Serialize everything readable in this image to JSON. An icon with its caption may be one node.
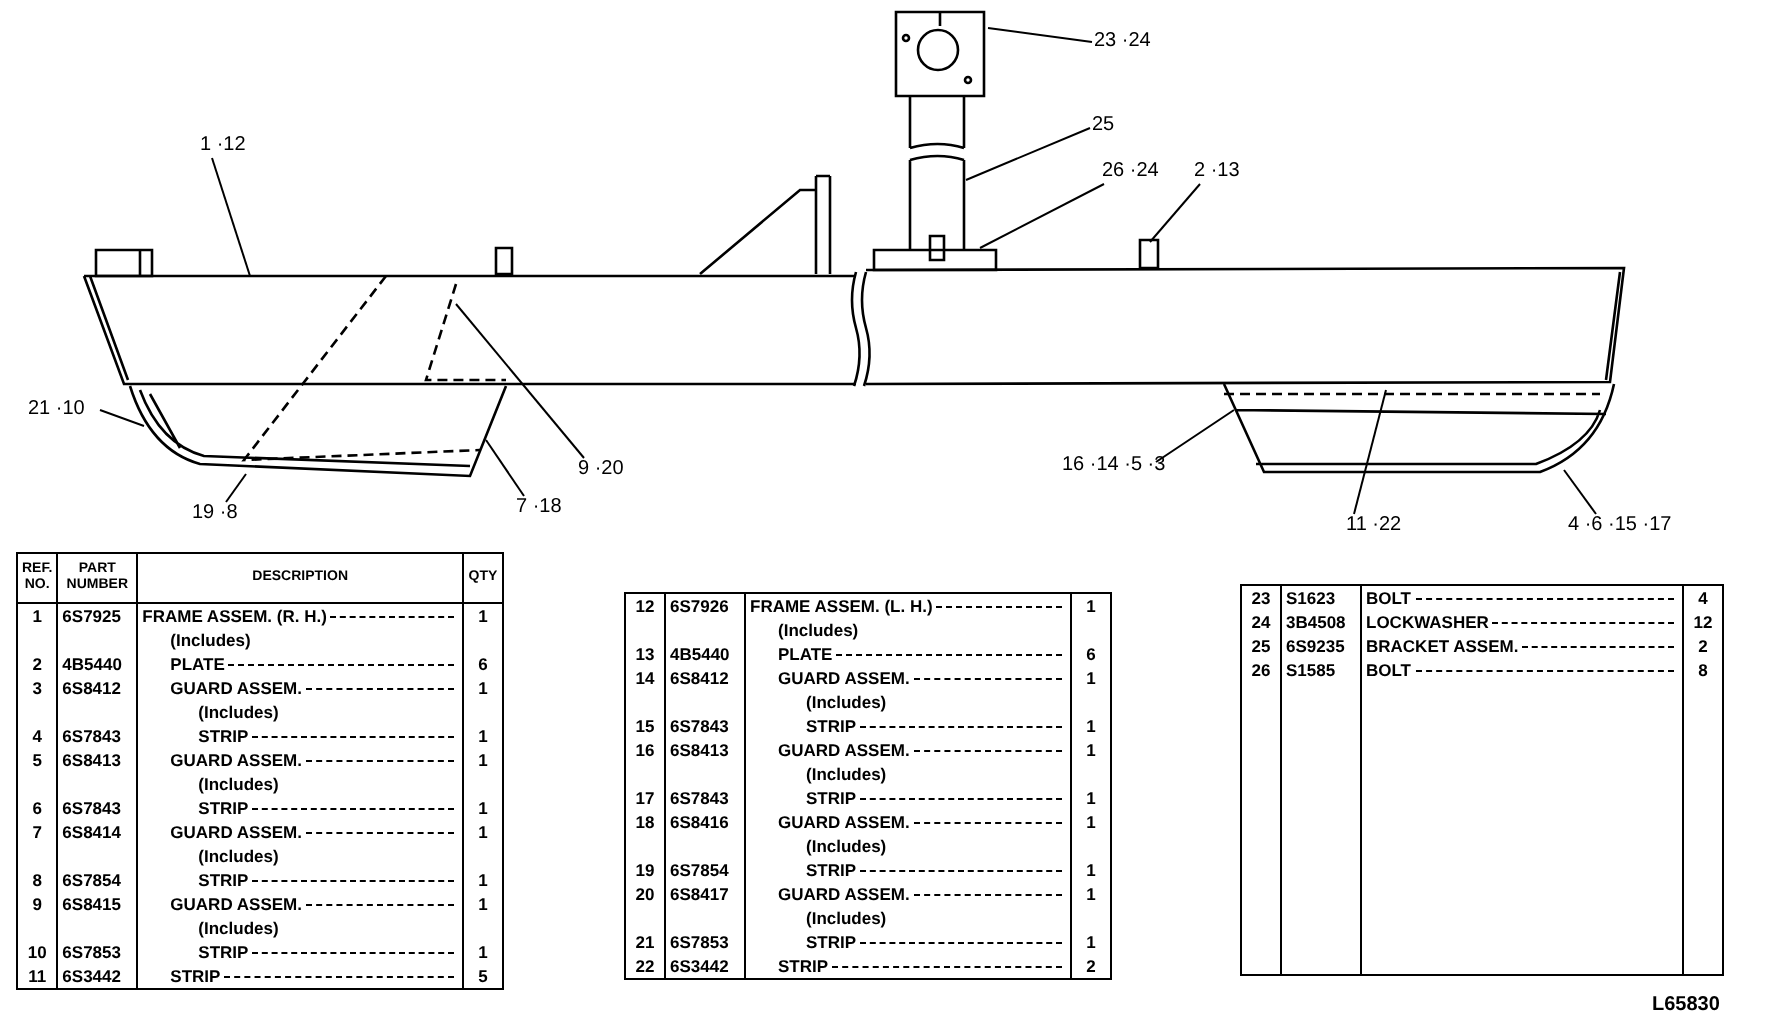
{
  "diagram": {
    "nodes": [
      {
        "text": [
          "23 ·24"
        ]
      },
      {
        "text": [
          "1 ·12"
        ]
      },
      {
        "text": [
          "25"
        ]
      },
      {
        "text": [
          "26 ·24"
        ]
      },
      {
        "text": [
          "2 ·13"
        ]
      },
      {
        "text": [
          "21 ·10"
        ]
      },
      {
        "text": [
          "16 ·14 ·5 ·3"
        ]
      },
      {
        "text": [
          "9 ·20"
        ]
      },
      {
        "text": [
          "7 ·18"
        ]
      },
      {
        "text": [
          "19 ·8"
        ]
      },
      {
        "text": [
          "4 ·6 ·15 ·17"
        ]
      },
      {
        "text": [
          "11 ·22"
        ]
      }
    ],
    "edges": [
      {
        "from": 0,
        "to": null,
        "arrow": "none"
      },
      {
        "from": 1,
        "to": null,
        "arrow": "none"
      },
      {
        "from": 2,
        "to": null,
        "arrow": "none"
      },
      {
        "from": 3,
        "to": null,
        "arrow": "none"
      },
      {
        "from": 4,
        "to": null,
        "arrow": "none"
      },
      {
        "from": 5,
        "to": null,
        "arrow": "none"
      },
      {
        "from": 6,
        "to": null,
        "arrow": "none"
      },
      {
        "from": 7,
        "to": null,
        "arrow": "none"
      },
      {
        "from": 8,
        "to": null,
        "arrow": "none"
      },
      {
        "from": 9,
        "to": null,
        "arrow": "none"
      },
      {
        "from": 10,
        "to": null,
        "arrow": "none"
      },
      {
        "from": 11,
        "to": null,
        "arrow": "none"
      }
    ],
    "labels": [
      "REF. NO.",
      "PART NUMBER",
      "DESCRIPTION",
      "QTY",
      "1",
      "6S7925",
      "FRAME ASSEM. (R. H.)",
      "1",
      "(Includes)",
      "2",
      "4B5440",
      "PLATE",
      "6",
      "3",
      "6S8412",
      "GUARD ASSEM.",
      "1",
      "(Includes)",
      "4",
      "6S7843",
      "STRIP",
      "1",
      "5",
      "6S8413",
      "GUARD ASSEM.",
      "1",
      "(Includes)",
      "6",
      "6S7843",
      "STRIP",
      "1",
      "7",
      "6S8414",
      "GUARD ASSEM.",
      "1",
      "(Includes)",
      "8",
      "6S7854",
      "STRIP",
      "1",
      "9",
      "6S8415",
      "GUARD ASSEM.",
      "1",
      "(Includes)",
      "10",
      "6S7853",
      "STRIP",
      "1",
      "11",
      "6S3442",
      "STRIP",
      "5",
      "12",
      "6S7926",
      "FRAME ASSEM. (L. H.)",
      "1",
      "(Includes)",
      "13",
      "4B5440",
      "PLATE",
      "6",
      "14",
      "6S8412",
      "GUARD ASSEM.",
      "1",
      "(Includes)",
      "15",
      "6S7843",
      "STRIP",
      "1",
      "16",
      "6S8413",
      "GUARD ASSEM.",
      "1",
      "(Includes)",
      "17",
      "6S7843",
      "STRIP",
      "1",
      "18",
      "6S8416",
      "GUARD ASSEM.",
      "1",
      "(Includes)",
      "19",
      "6S7854",
      "STRIP",
      "1",
      "20",
      "6S8417",
      "GUARD ASSEM.",
      "1",
      "(Includes)",
      "21",
      "6S7853",
      "STRIP",
      "1",
      "22",
      "6S3442",
      "STRIP",
      "2",
      "23",
      "S1623",
      "BOLT",
      "4",
      "24",
      "3B4508",
      "LOCKWASHER",
      "12",
      "25",
      "6S9235",
      "BRACKET ASSEM.",
      "2",
      "26",
      "S1585",
      "BOLT",
      "8",
      "L65830"
    ]
  }
}
